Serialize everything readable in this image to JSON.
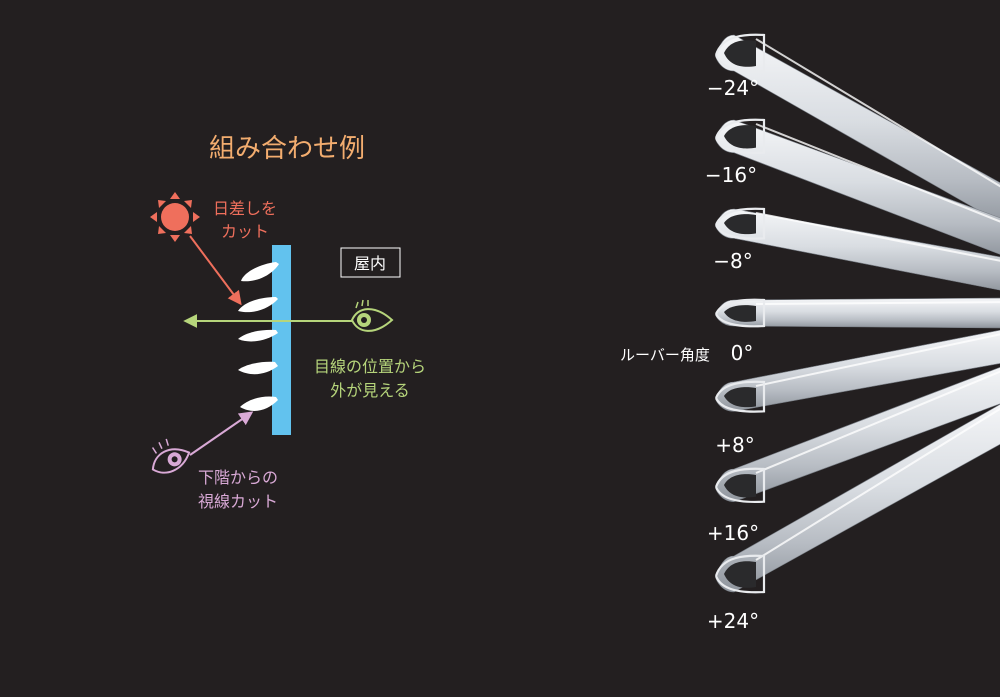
{
  "title": "組み合わせ例",
  "sun_label": [
    "日差しを",
    "カット"
  ],
  "indoor_label": "屋内",
  "view_label": [
    "目線の位置から",
    "外が見える"
  ],
  "lower_label": [
    "下階からの",
    "視線カット"
  ],
  "louver_angle_label": "ルーバー角度",
  "angles": [
    {
      "label": "−24°",
      "degrees": -24
    },
    {
      "label": "−16°",
      "degrees": -16
    },
    {
      "label": "−8°",
      "degrees": -8
    },
    {
      "label": "0°",
      "degrees": 0
    },
    {
      "label": "+8°",
      "degrees": 8
    },
    {
      "label": "+16°",
      "degrees": 16
    },
    {
      "label": "+24°",
      "degrees": 24
    }
  ],
  "icons": [
    "sun-icon",
    "eye-icon",
    "eye-from-below-icon"
  ],
  "colors": {
    "background": "#231f20",
    "title": "#f3ad6f",
    "sun": "#ef6f5c",
    "view": "#b6d57b",
    "lower": "#d9a9d6",
    "glass": "#62c2ee",
    "text": "#ffffff"
  }
}
